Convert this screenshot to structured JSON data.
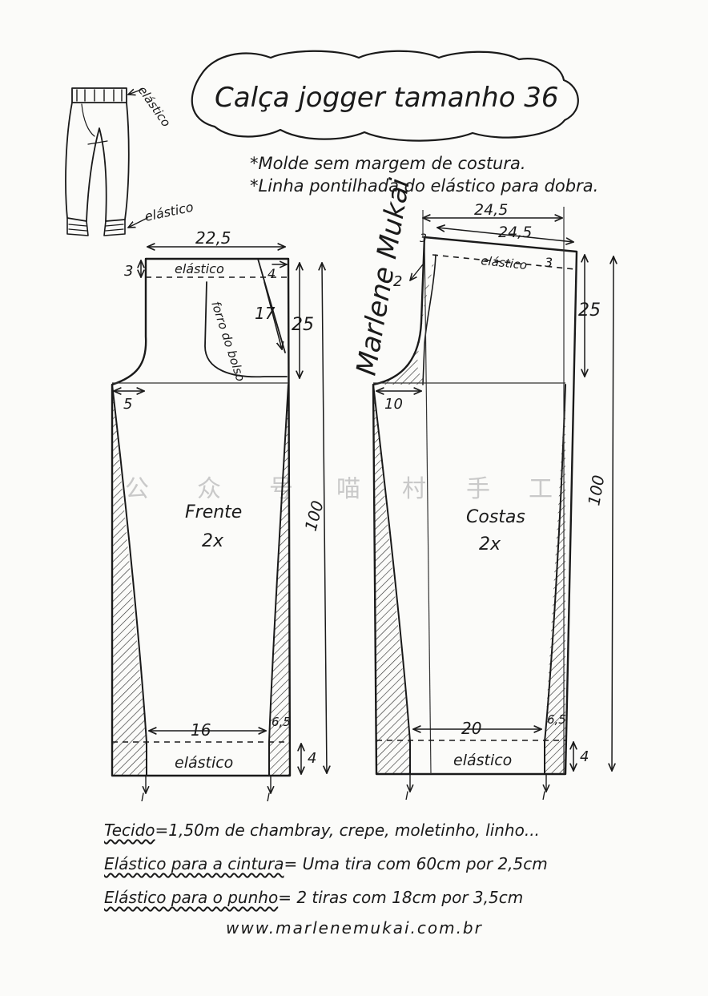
{
  "title": "Calça jogger tamanho 36",
  "notes": [
    "*Molde sem margem de costura.",
    "*Linha pontilhada do elástico para dobra."
  ],
  "sketch": {
    "label_top": "elástico",
    "label_bottom": "elástico"
  },
  "signature": "Marlene Mukai",
  "watermark": [
    "公",
    "众",
    "号",
    "喵",
    "村",
    "手",
    "工"
  ],
  "front": {
    "name": "Frente",
    "qty": "2x",
    "waist_width": "22,5",
    "waist_band": "3",
    "elastic_label_top": "elástico",
    "pocket_offset": "4",
    "pocket_diag": "17",
    "rise": "25",
    "pocket_label": "forro do bolso",
    "crotch_ext": "5",
    "length": "100",
    "hem_width": "16",
    "hem_side": "6,5",
    "cuff": "4",
    "elastic_label_bottom": "elástico",
    "grain": "I"
  },
  "back": {
    "name": "Costas",
    "qty": "2x",
    "waist_top": "24,5",
    "waist_slant": "24,5",
    "rise_up": "3",
    "waist_band": "3",
    "elastic_label_top": "elástico",
    "crotch_in": "2",
    "rise": "25",
    "crotch_ext": "10",
    "length": "100",
    "hem_width": "20",
    "hem_side": "6,5",
    "cuff": "4",
    "elastic_label_bottom": "elástico",
    "grain": "I"
  },
  "footer": {
    "fabric_label": "Tecido",
    "fabric_text": "=1,50m de chambray, crepe, moletinho, linho...",
    "waist_label": "Elástico para a cintura",
    "waist_text": "= Uma tira com 60cm por 2,5cm",
    "cuff_label": "Elástico para o punho",
    "cuff_text": "= 2 tiras com 18cm por 3,5cm",
    "url": "www.marlenemukai.com.br"
  }
}
